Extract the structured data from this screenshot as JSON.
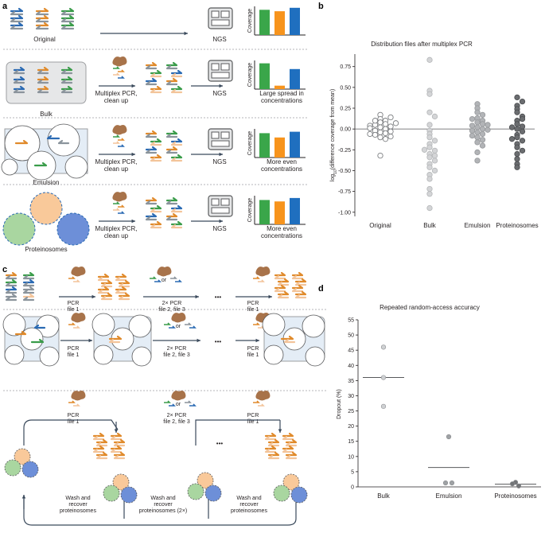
{
  "colors": {
    "blue": "#2a6ab3",
    "orange": "#e08a2b",
    "green": "#3a9c4a",
    "gray": "#8b949c",
    "lightorange": "#f3c49a",
    "prot_orange": "#f9c99a",
    "prot_green": "#a9d6a0",
    "prot_blue": "#6d8fd8",
    "bar_green": "#3aa64a",
    "bar_orange": "#f7941d",
    "bar_blue": "#1f6fbf",
    "primer": "#a8734a",
    "emulsion_bg": "#e4edf6"
  },
  "panel_labels": {
    "a": "a",
    "b": "b",
    "c": "c",
    "d": "d"
  },
  "panel_a": {
    "rows": [
      {
        "name": "Original",
        "step": "",
        "result": "",
        "bars": [
          0.88,
          0.83,
          0.95
        ]
      },
      {
        "name": "Bulk",
        "step": "Multiplex PCR,\nclean up",
        "result": "Large spread in\nconcentrations",
        "bars": [
          0.9,
          0.12,
          0.7
        ]
      },
      {
        "name": "Emulsion",
        "step": "Multiplex PCR,\nclean up",
        "result": "More even\nconcentrations",
        "bars": [
          0.85,
          0.7,
          0.9
        ]
      },
      {
        "name": "Proteinosomes",
        "step": "Multiplex PCR,\nclean up",
        "result": "More even\nconcentrations",
        "bars": [
          0.85,
          0.8,
          0.92
        ]
      }
    ],
    "ngs_label": "NGS",
    "coverage_label": "Coverage"
  },
  "panel_b": {
    "chart_data": {
      "type": "scatter",
      "title": "Distribution files after multiplex PCR",
      "ylabel": "log10(difference coverage from mean)",
      "categories": [
        "Original",
        "Bulk",
        "Emulsion",
        "Proteinosomes"
      ],
      "ylim": [
        -1.05,
        0.9
      ],
      "yticks": [
        0.75,
        0.5,
        0.25,
        0.0,
        -0.25,
        -0.5,
        -0.75,
        -1.0
      ],
      "ytick_labels": [
        "0.75",
        "0.50",
        "0.25",
        "0.00",
        "-0.25",
        "-0.50",
        "-0.75",
        "-1.00"
      ],
      "series": [
        {
          "values": [
            0.17,
            0.12,
            0.1,
            0.08,
            0.06,
            0.05,
            0.03,
            0.02,
            0.0,
            -0.02,
            -0.04,
            -0.05,
            -0.07,
            -0.09,
            -0.1,
            -0.12,
            0.1,
            0.04,
            -0.03,
            -0.32,
            0.14,
            0.07,
            -0.06,
            0.01
          ]
        },
        {
          "values": [
            0.83,
            0.46,
            0.42,
            0.2,
            0.15,
            0.05,
            -0.02,
            -0.06,
            -0.1,
            -0.14,
            -0.18,
            -0.22,
            -0.26,
            -0.3,
            -0.34,
            -0.38,
            -0.42,
            -0.46,
            -0.5,
            -0.55,
            -0.6,
            -0.72,
            -0.78,
            -0.95,
            -0.25,
            -0.32
          ]
        },
        {
          "values": [
            0.3,
            0.25,
            0.2,
            0.17,
            0.13,
            0.1,
            0.08,
            0.06,
            0.04,
            0.02,
            0.0,
            -0.02,
            -0.04,
            -0.06,
            -0.08,
            -0.1,
            -0.13,
            -0.16,
            -0.2,
            -0.28,
            -0.38,
            0.05,
            -0.01,
            0.12
          ]
        },
        {
          "values": [
            0.38,
            0.33,
            0.28,
            0.24,
            0.2,
            0.15,
            0.1,
            0.06,
            0.03,
            0.0,
            -0.03,
            -0.07,
            -0.1,
            -0.14,
            -0.18,
            -0.22,
            -0.26,
            -0.3,
            -0.36,
            -0.42,
            -0.46,
            0.12,
            -0.12,
            0.02
          ]
        }
      ],
      "fills": [
        "#ffffff",
        "#d4d5d7",
        "#b2b4b7",
        "#6b6d70"
      ],
      "strokes": [
        "#7d7f82",
        "#b8babc",
        "#9a9c9f",
        "#4e5053"
      ]
    }
  },
  "panel_c": {
    "pcr_file1": "PCR\nfile 1",
    "pcr_2x": "2× PCR\nfile 2, file 3",
    "or_label": "or",
    "ellipsis": "•••",
    "wash1": "Wash and\nrecover\nproteinosomes",
    "wash2": "Wash and\nrecover\nproteinosomes (2×)",
    "wash3": "Wash and\nrecover\nproteinosomes"
  },
  "panel_d": {
    "chart_data": {
      "type": "scatter",
      "title": "Repeated random-access accuracy",
      "ylabel": "Dropout (%)",
      "categories": [
        "Bulk",
        "Emulsion",
        "Proteinosomes"
      ],
      "ylim": [
        0,
        55
      ],
      "yticks": [
        0,
        5,
        10,
        15,
        20,
        25,
        30,
        35,
        40,
        45,
        50,
        55
      ],
      "series": [
        {
          "name": "Bulk",
          "values": [
            46,
            36,
            26.5
          ],
          "mean": 36
        },
        {
          "name": "Emulsion",
          "values": [
            16.5,
            1.3,
            1.3
          ],
          "mean": 6.4
        },
        {
          "name": "Proteinosomes",
          "values": [
            1.5,
            1.0,
            0.3
          ],
          "mean": 0.9
        }
      ],
      "fills": [
        "#cfd1d3",
        "#9fa2a5",
        "#727477"
      ]
    }
  }
}
